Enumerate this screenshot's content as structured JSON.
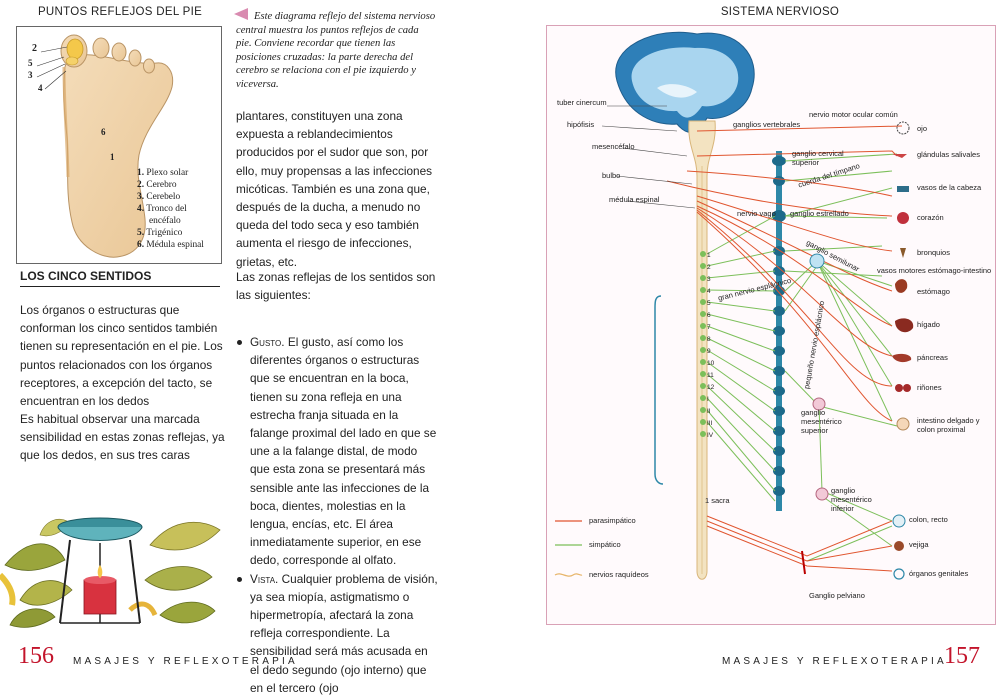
{
  "left_page": {
    "figure_title": "PUNTOS REFLEJOS DEL PIE",
    "foot_numbers": [
      "2",
      "5",
      "3",
      "4",
      "6",
      "1"
    ],
    "foot_legend": [
      {
        "n": "1.",
        "label": "Plexo solar"
      },
      {
        "n": "2.",
        "label": "Cerebro"
      },
      {
        "n": "3.",
        "label": "Cerebelo"
      },
      {
        "n": "4.",
        "label": "Tronco del"
      },
      {
        "n": "",
        "label": "encéfalo"
      },
      {
        "n": "5.",
        "label": "Trigénico"
      },
      {
        "n": "6.",
        "label": "Médula espinal"
      }
    ],
    "section_title": "LOS CINCO SENTIDOS",
    "paragraphs": [
      "Los órganos o estructuras que conforman los cinco sentidos también tienen su representación en el pie. Los puntos relacionados con los órganos receptores, a excepción del tacto, se encuentran en los dedos",
      "Es habitual observar una marcada sensibilidad en estas zonas reflejas, ya que los dedos, en sus tres caras"
    ],
    "page_number": "156",
    "running_head": "MASAJES Y REFLEXOTERAPIA"
  },
  "middle_column": {
    "caption": "Este diagrama reflejo del sistema nervioso central muestra los puntos reflejos de cada pie. Conviene recordar que tienen las posiciones cruzadas: la parte derecha del cerebro se relaciona con el pie izquierdo y viceversa.",
    "paragraph1": "plantares, constituyen una zona expuesta a reblandecimientos producidos por el sudor que son, por ello, muy propensas a las infecciones micóticas. También es una zona que, después de la ducha, a menudo no queda del todo seca y eso también aumenta el riesgo de infecciones, grietas, etc.",
    "paragraph2": "Las zonas reflejas de los sentidos son las siguientes:",
    "bullets": [
      {
        "term": "Gusto.",
        "text": " El gusto, así como los diferentes órganos o estructuras que se encuentran en la boca, tienen su zona refleja en una estrecha franja situada en la falange proximal del lado en que se une a la falange distal, de modo que esta zona se presentará más sensible ante las infecciones de la boca, dientes, molestias en la lengua, encías, etc. El área inmediatamente superior, en ese dedo, corresponde al olfato."
      },
      {
        "term": "Vista.",
        "text": " Cualquier problema de visión, ya sea miopía, astigmatismo o hipermetropía, afectará la zona refleja correspondiente. La sensibilidad será más acusada en el dedo segundo (ojo interno) que en el tercero (ojo"
      }
    ]
  },
  "right_page": {
    "figure_title": "SISTEMA NERVIOSO",
    "page_number": "157",
    "running_head": "MASAJES Y REFLEXOTERAPIA",
    "labels_left": [
      "tuber cinercum",
      "hipófisis",
      "mesencéfalo",
      "bulbo",
      "médula espinal",
      "1 sacra"
    ],
    "labels_center": [
      "ganglios vertebrales",
      "nervio motor  ocular común",
      "ganglio cervical",
      "superior",
      "cuerda del tímpano",
      "nervio vago",
      "ganglio estrellado",
      "ganglio semilunar",
      "gran nervio esplácnico",
      "pequeño nervio esplácnico",
      "vasos motores estómago-intestino",
      "ganglio",
      "mesentérico",
      "superior",
      "ganglio",
      "mesentérico",
      "inferior",
      "Ganglio pelviano"
    ],
    "labels_right": [
      "ojo",
      "glándulas salivales",
      "vasos de la cabeza",
      "corazón",
      "bronquios",
      "estómago",
      "hígado",
      "páncreas",
      "riñones",
      "intestino delgado y",
      "colon proximal",
      "colon, recto",
      "vejiga",
      "órganos genitales"
    ],
    "vertebra_labels": [
      "1",
      "2",
      "3",
      "4",
      "5",
      "6",
      "7",
      "8",
      "9",
      "10",
      "11",
      "12",
      "I",
      "II",
      "III",
      "IV"
    ],
    "legend": [
      {
        "label": "parasimpático",
        "color": "#e0552f"
      },
      {
        "label": "simpático",
        "color": "#7cbf5a"
      },
      {
        "label": "nervios raquídeos",
        "color": "#e7b56a"
      }
    ],
    "colors": {
      "accent": "#c3142b",
      "frame": "#d9a1b6",
      "spine": "#2e88a8",
      "brain": "#2e7fb8"
    }
  }
}
